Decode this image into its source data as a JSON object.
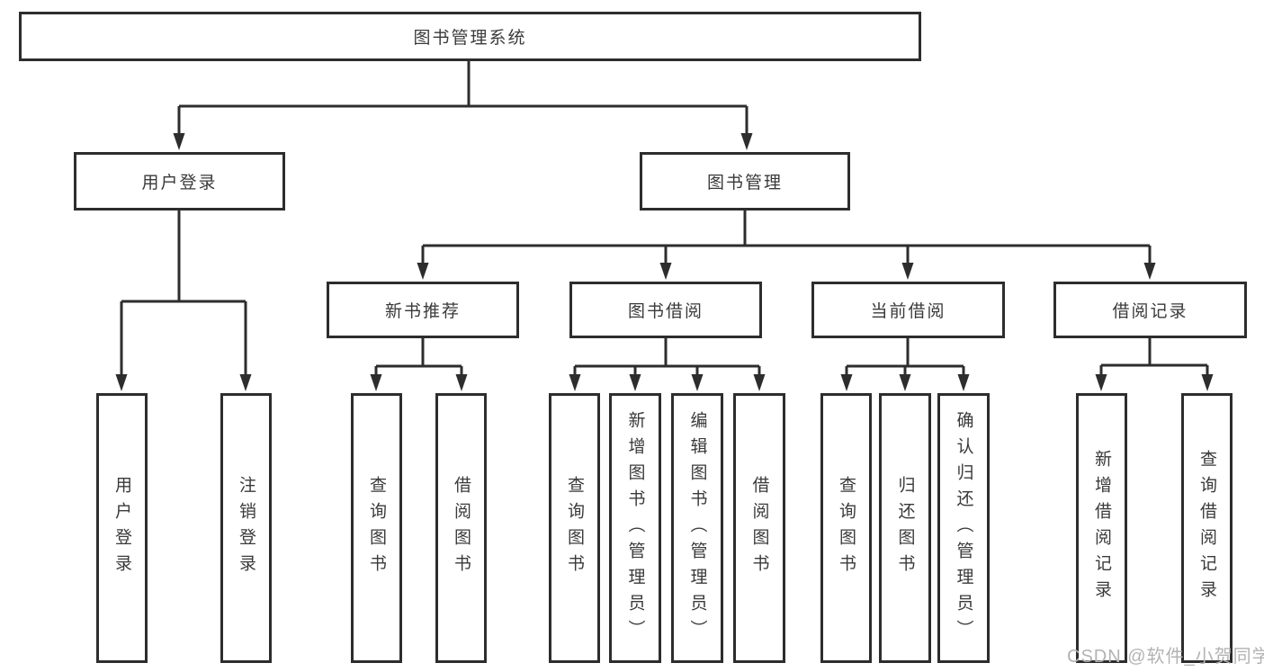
{
  "diagram": {
    "title": "图书管理系统",
    "branches": [
      {
        "label": "用户登录",
        "children": [
          "用户登录",
          "注销登录"
        ]
      },
      {
        "label": "图书管理",
        "groups": [
          {
            "label": "新书推荐",
            "children": [
              "查询图书",
              "借阅图书"
            ]
          },
          {
            "label": "图书借阅",
            "children": [
              "查询图书",
              "新增图书（管理员）",
              "编辑图书（管理员）",
              "借阅图书"
            ]
          },
          {
            "label": "当前借阅",
            "children": [
              "查询图书",
              "归还图书",
              "确认归还（管理员）"
            ]
          },
          {
            "label": "借阅记录",
            "children": [
              "新增借阅记录",
              "查询借阅记录"
            ]
          }
        ]
      }
    ]
  },
  "watermark": "CSDN @软件_小贺同学",
  "colors": {
    "line": "#2d2d2d",
    "text": "#3a3a3a",
    "watermark": "#b3b3b3",
    "background": "#ffffff"
  }
}
